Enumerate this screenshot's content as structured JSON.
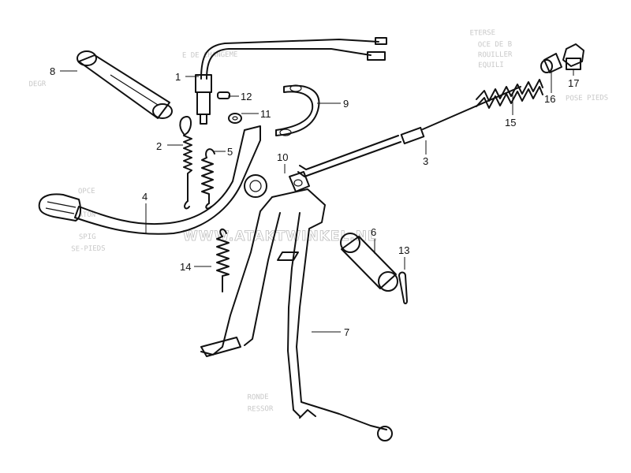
{
  "watermark": "WWW.ATAKTWINKEL.NL",
  "callouts": [
    {
      "id": "1",
      "label": "1"
    },
    {
      "id": "2",
      "label": "2"
    },
    {
      "id": "3",
      "label": "3"
    },
    {
      "id": "4",
      "label": "4"
    },
    {
      "id": "5",
      "label": "5"
    },
    {
      "id": "6",
      "label": "6"
    },
    {
      "id": "7",
      "label": "7"
    },
    {
      "id": "8",
      "label": "8"
    },
    {
      "id": "9",
      "label": "9"
    },
    {
      "id": "10",
      "label": "10"
    },
    {
      "id": "11",
      "label": "11"
    },
    {
      "id": "12",
      "label": "12"
    },
    {
      "id": "13",
      "label": "13"
    },
    {
      "id": "14",
      "label": "14"
    },
    {
      "id": "15",
      "label": "15"
    },
    {
      "id": "16",
      "label": "16"
    },
    {
      "id": "17",
      "label": "17"
    }
  ],
  "background_text": {
    "top_left": "E DE CHANGEME",
    "left_1": "DEGR",
    "top_right_1": "ETERSE",
    "top_right_2": "OCE DE B",
    "top_right_3": "ROUILLER",
    "top_right_4": "EQUILI",
    "right_1": "POSE PIEDS",
    "left_2": "OPCE",
    "left_3": "ATON",
    "left_4": "SPIG",
    "left_5": "SE-PIEDS",
    "bottom_1": "RONDE",
    "bottom_2": "RESSOR"
  }
}
